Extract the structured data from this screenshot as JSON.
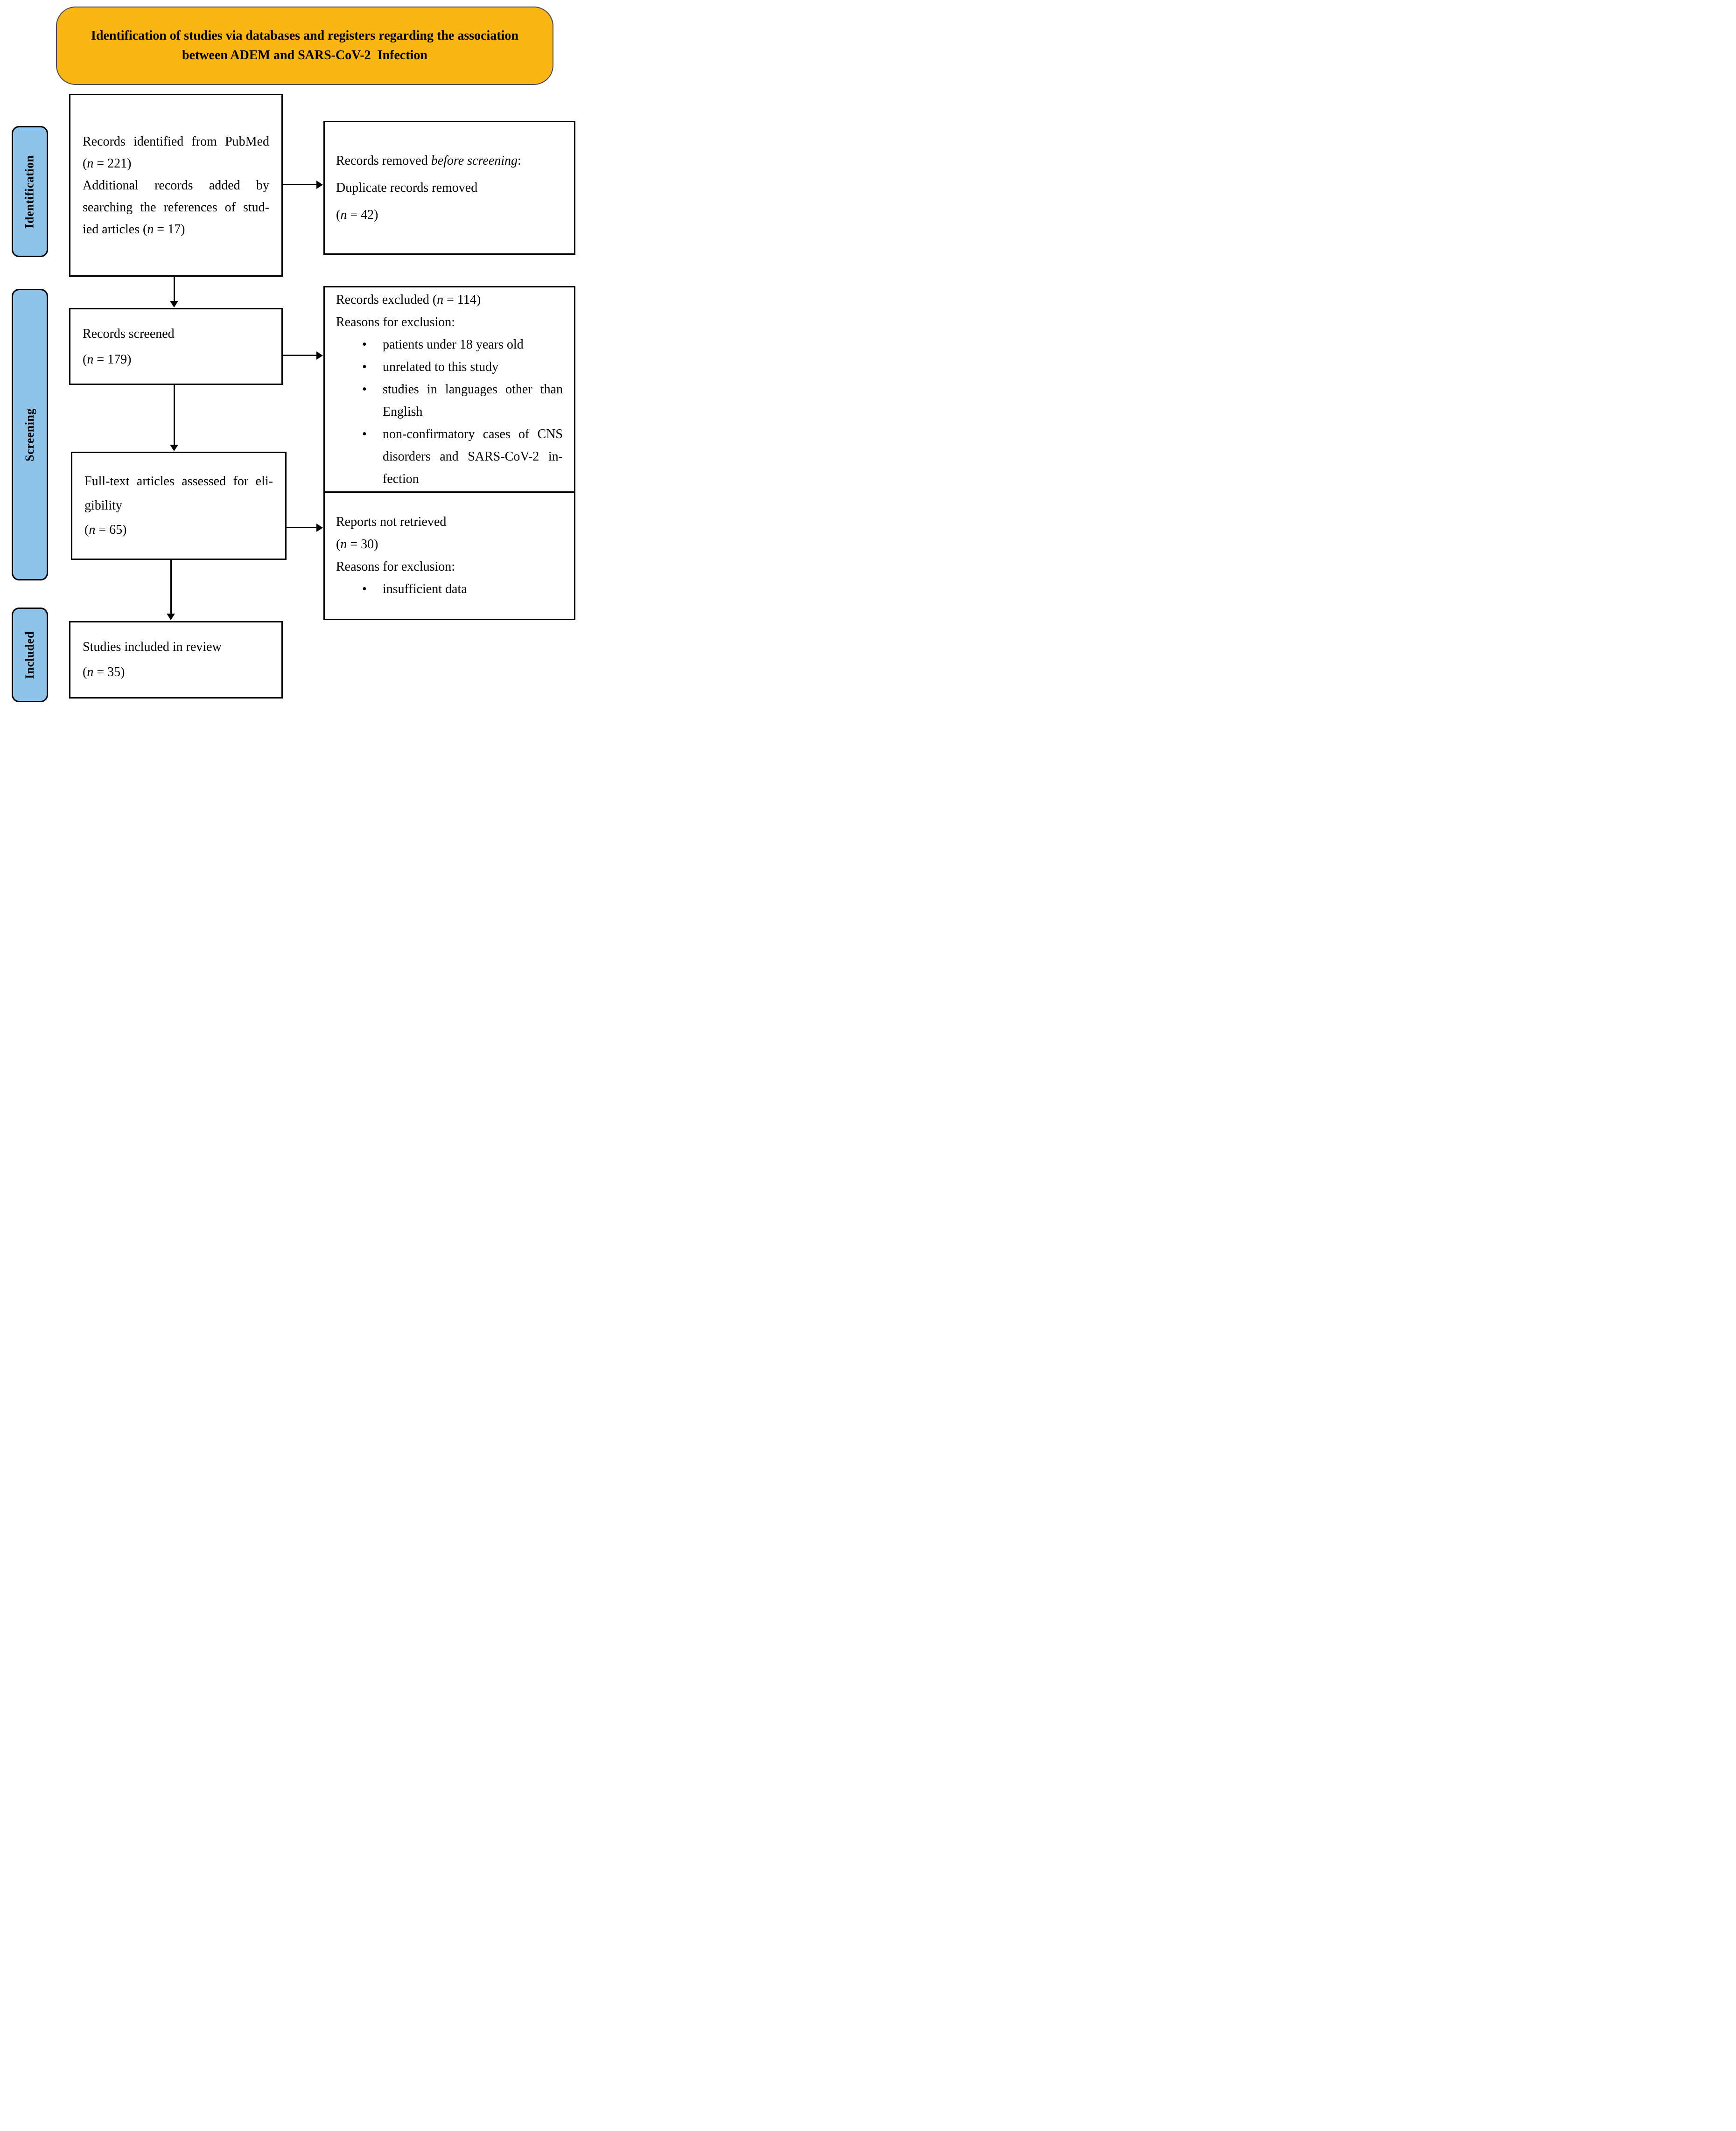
{
  "shared": {
    "n": "n",
    "open_paren": "(",
    "bullet": "•"
  },
  "banner": {
    "line1": "Identification of studies via databases and registers regarding the association",
    "line2": "between ADEM and SARS-CoV-2  Infection"
  },
  "sidebar": {
    "identification": "Identification",
    "screening": "Screening",
    "included": "Included"
  },
  "boxes": {
    "identified": {
      "line1": "Records identified from PubMed",
      "count1_rest": " = 221)",
      "line3": "Additional records added by",
      "line4": "searching the references of stud-",
      "line5_pre": "ied articles (",
      "line5_rest": " = 17)"
    },
    "removed": {
      "line1_pre": "Records removed ",
      "line1_italic": "before screening",
      "line1_post": ":",
      "line2": "Duplicate records removed",
      "count_rest": " = 42)"
    },
    "screened": {
      "line1": "Records screened",
      "count_rest": " = 179)"
    },
    "excluded": {
      "line1_pre": "Records excluded (",
      "line1_rest": " = 114)",
      "line2": "Reasons for exclusion:",
      "bullet1": "patients under 18 years old",
      "bullet2": "unrelated to this study",
      "bullet3_l1": "studies in languages other than",
      "bullet3_l2": "English",
      "bullet4_l1": "non-confirmatory cases of CNS",
      "bullet4_l2": "disorders and SARS-CoV-2 in-",
      "bullet4_l3": "fection"
    },
    "fulltext": {
      "line1": "Full-text articles assessed for eli-",
      "line2": "gibility",
      "count_rest": " = 65)"
    },
    "notretrieved": {
      "line1": "Reports not retrieved",
      "count_rest": " = 30)",
      "line3": "Reasons for exclusion:",
      "bullet1": "insufficient data"
    },
    "included": {
      "line1": "Studies included in review",
      "count_rest": " = 35)"
    }
  },
  "colors": {
    "banner_bg": "#FBB615",
    "sidebar_bg": "#8FC3E9",
    "box_border": "#000000",
    "background": "#FFFFFF"
  }
}
